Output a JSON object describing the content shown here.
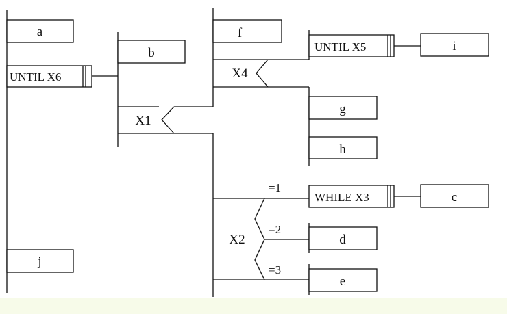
{
  "blocks": {
    "a": "a",
    "b": "b",
    "c": "c",
    "d": "d",
    "e": "e",
    "f": "f",
    "g": "g",
    "h": "h",
    "i": "i",
    "j": "j"
  },
  "loops": {
    "until_x6": "UNTIL X6",
    "until_x5": "UNTIL X5",
    "while_x3": "WHILE X3"
  },
  "conditions": {
    "x1": "X1",
    "x4": "X4",
    "x2": "X2",
    "case_1": "=1",
    "case_2": "=2",
    "case_3": "=3"
  },
  "colors": {
    "line": "#111111",
    "background": "#ffffff",
    "bottom_band": "#f7fbe9"
  }
}
